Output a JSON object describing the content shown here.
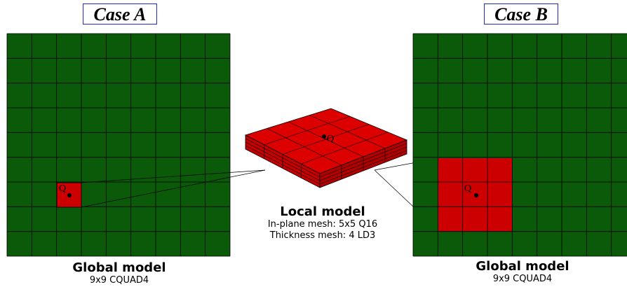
{
  "colors": {
    "global_mesh": "#0a5a0a",
    "local_patch": "#cc0000",
    "grid_line": "#000000",
    "title_border": "#1f2bb8"
  },
  "case_a": {
    "title": "Case A",
    "caption_title": "Global model",
    "caption_sub": "9x9 CQUAD4",
    "point_label": "Q"
  },
  "case_b": {
    "title": "Case B",
    "caption_title": "Global model",
    "caption_sub": "9x9 CQUAD4",
    "point_label": "Q"
  },
  "local_model": {
    "title": "Local model",
    "line1": "In-plane mesh: 5x5 Q16",
    "line2": "Thickness mesh: 4 LD3",
    "point_label": "Q"
  }
}
